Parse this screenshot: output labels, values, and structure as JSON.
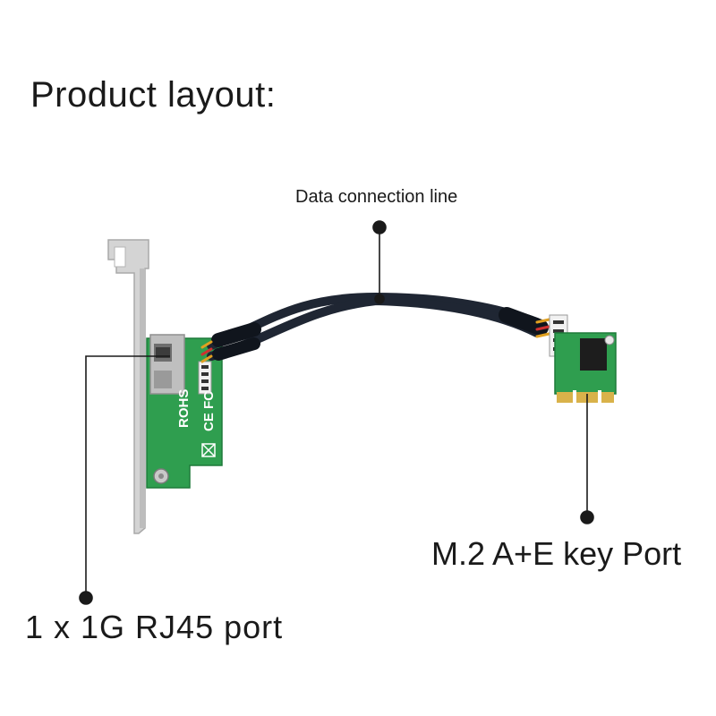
{
  "title": "Product layout:",
  "callouts": {
    "cable": "Data connection line",
    "m2_port": "M.2 A+E key Port",
    "rj45_port": "1 x 1G RJ45 port"
  },
  "board_marks": {
    "rohs": "ROHS",
    "ce_fc": "CE FC"
  },
  "colors": {
    "pcb": "#2f9e4f",
    "bracket": "#c9c9c9",
    "cable": "#1f2633",
    "pointer": "#1a1a1a"
  }
}
